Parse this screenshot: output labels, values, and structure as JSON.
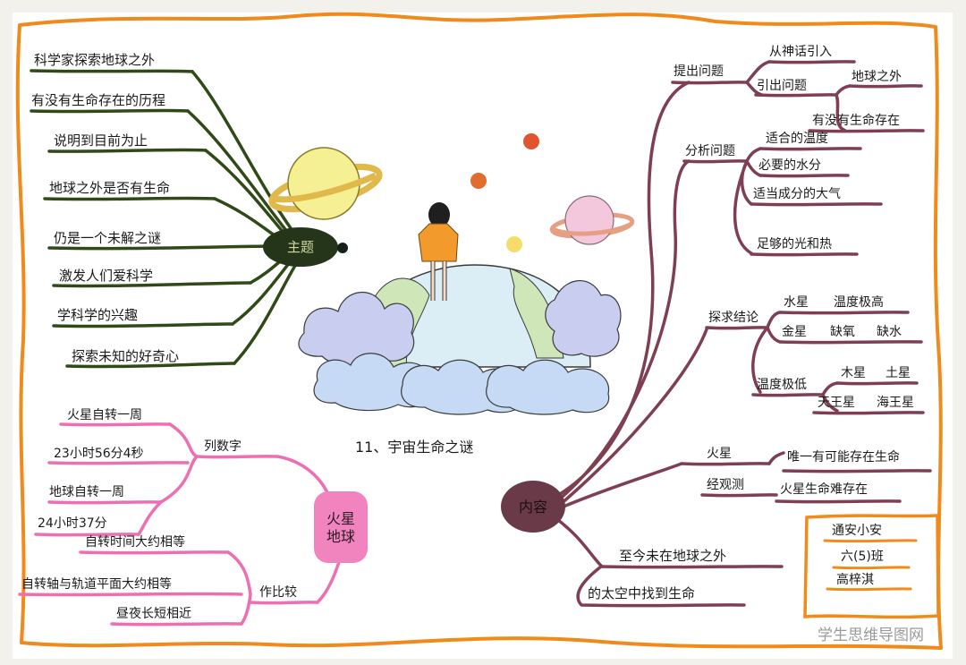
{
  "title": "11、宇宙生命之谜",
  "watermark": "学生思维导图网",
  "colors": {
    "border": "#f08a1c",
    "green_branch": "#2f4a16",
    "pink_branch": "#ee6fb1",
    "maroon_branch": "#7e3f52",
    "hub_green": "#25351a",
    "hub_pink": "#f183bf",
    "hub_maroon": "#6a3a48"
  },
  "theme_branch": {
    "hub_label": "主题",
    "items": [
      "科学家探索地球之外",
      "有没有生命存在的历程",
      "说明到目前为止",
      "地球之外是否有生命",
      "仍是一个未解之谜",
      "激发人们爱科学",
      "学科学的兴趣",
      "探索未知的好奇心"
    ]
  },
  "compare_branch": {
    "hub_label": "火星\n地球",
    "list_numbers": {
      "label": "列数字",
      "items": [
        "火星自转一周",
        "23小时56分4秒",
        "地球自转一周",
        "24小时37分"
      ]
    },
    "comparison": {
      "label": "作比较",
      "items": [
        "自转时间大约相等",
        "自转轴与轨道平面大约相等",
        "昼夜长短相近"
      ]
    }
  },
  "content_branch": {
    "hub_label": "内容",
    "raise_question": {
      "label": "提出问题",
      "from_myth": "从神话引入",
      "lead_question": "引出问题",
      "beyond_earth": "地球之外",
      "life_exists": "有没有生命存在"
    },
    "analyze_question": {
      "label": "分析问题",
      "items": [
        "适合的温度",
        "必要的水分",
        "适当成分的大气",
        "足够的光和热"
      ]
    },
    "explore_conclusion": {
      "label": "探求结论",
      "mercury": "水星",
      "mercury_detail": "温度极高",
      "venus": "金星",
      "no_oxygen": "缺氧",
      "no_water": "缺水",
      "temp_low": "温度极低",
      "jupiter": "木星",
      "saturn": "土星",
      "uranus": "天王星",
      "neptune": "海王星"
    },
    "mars": {
      "label": "火星",
      "detail": "唯一有可能存在生命",
      "observe": "经观测",
      "observe_detail": "火星生命难存在"
    },
    "conclusion": {
      "line1": "至今未在地球之外",
      "line2": "的太空中找到生命"
    }
  },
  "author": {
    "name": "通安小安",
    "class": "六(5)班",
    "student": "高梓淇"
  }
}
